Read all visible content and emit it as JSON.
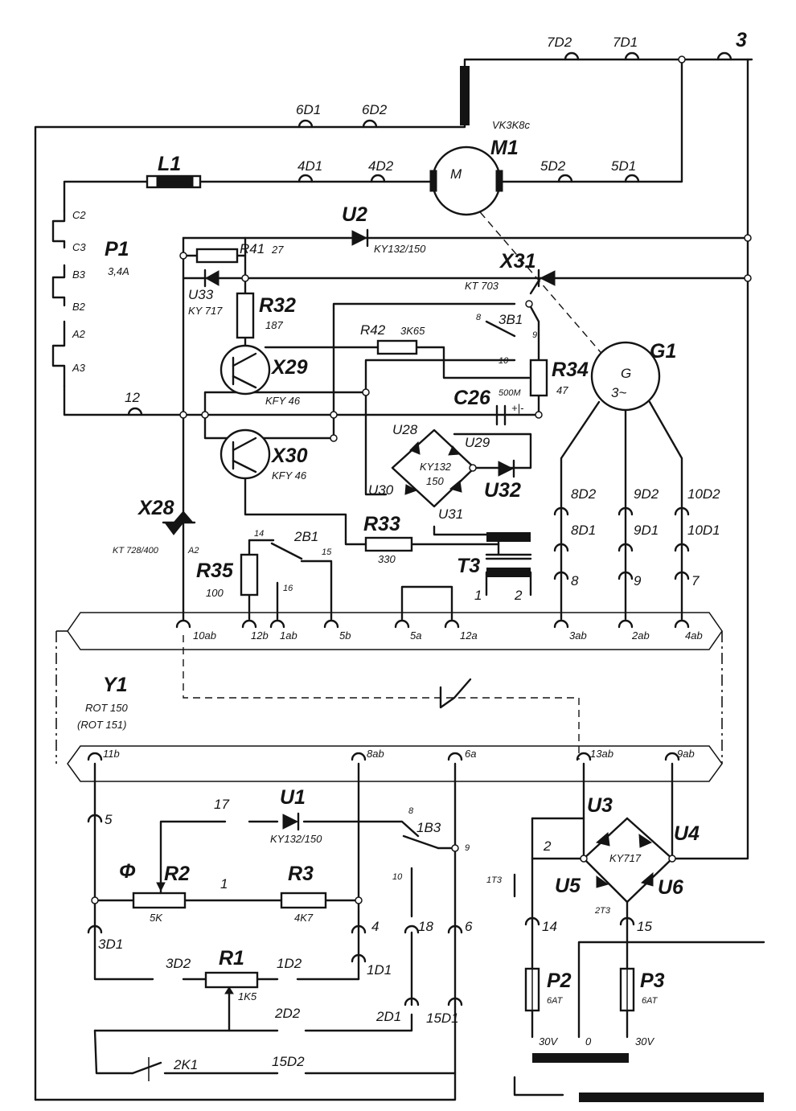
{
  "components": {
    "M1": "M1",
    "M1_type": "VK3K8c",
    "M1_symbol": "M",
    "L1": "L1",
    "P1": "P1",
    "P1_rating": "3,4A",
    "U2": "U2",
    "U2_type": "KY132/150",
    "R41": "R41",
    "R41_value": "27",
    "U33": "U33",
    "U33_type": "KY 717",
    "X31": "X31",
    "X31_type": "KT 703",
    "R32": "R32",
    "R32_value": "187",
    "R42": "R42",
    "R42_value": "3K65",
    "X29": "X29",
    "X29_type": "KFY 46",
    "X30": "X30",
    "X30_type": "KFY 46",
    "B31": "3B1",
    "R34": "R34",
    "R34_value": "47",
    "G1": "G1",
    "G1_symbol": "G",
    "G1_phases": "3~",
    "C26": "C26",
    "C26_value": "500M",
    "C26_pol": "+|-",
    "U28": "U28",
    "U29": "U29",
    "U30": "U30",
    "U31": "U31",
    "U32": "U32",
    "bridge_type": "KY132",
    "bridge_value": "150",
    "X28": "X28",
    "X28_type": "KT 728/400",
    "X28_pin": "A2",
    "R33": "R33",
    "R33_value": "330",
    "T3": "T3",
    "R35": "R35",
    "R35_value": "100",
    "B21": "2B1",
    "Y1": "Y1",
    "Y1_type": "ROT 150",
    "Y1_alt": "(ROT 151)",
    "U1": "U1",
    "U1_type": "KY132/150",
    "B13": "1B3",
    "R2": "R2",
    "R2_value": "5K",
    "R2_symbol": "Φ",
    "R3": "R3",
    "R3_value": "4K7",
    "R1": "R1",
    "R1_value": "1K5",
    "K21": "2K1",
    "U3": "U3",
    "U4": "U4",
    "U5": "U5",
    "U6": "U6",
    "bridge2_type": "KY717",
    "T31": "1T3",
    "T32": "2T3",
    "P2": "P2",
    "P2_rating": "6AT",
    "P3": "P3",
    "P3_rating": "6AT",
    "P2_volt": "30V",
    "P3_volt": "30V",
    "zero": "0"
  },
  "terminals": {
    "t3": "3",
    "d7d2": "7D2",
    "d7d1": "7D1",
    "d6d1": "6D1",
    "d6d2": "6D2",
    "d4d1": "4D1",
    "d4d2": "4D2",
    "d5d2": "5D2",
    "d5d1": "5D1",
    "c2": "C2",
    "c3": "C3",
    "b3": "B3",
    "b2": "B2",
    "a2": "A2",
    "a3": "A3",
    "t12": "12",
    "d8d2": "8D2",
    "d9d2": "9D2",
    "d10d2": "10D2",
    "d8d1": "8D1",
    "d9d1": "9D1",
    "d10d1": "10D1",
    "t8": "8",
    "t9": "9",
    "t7": "7",
    "s8": "8",
    "s9": "9",
    "s10": "10",
    "s14": "14",
    "s15": "15",
    "s16": "16",
    "tr1": "1",
    "tr2": "2",
    "p10ab": "10ab",
    "p12b": "12b",
    "p1ab": "1ab",
    "p5b": "5b",
    "p5a": "5a",
    "p12a": "12a",
    "p3ab": "3ab",
    "p2ab": "2ab",
    "p4ab": "4ab",
    "p11b": "11b",
    "p8ab": "8ab",
    "p6a": "6a",
    "p13ab": "13ab",
    "p9ab": "9ab",
    "t5": "5",
    "t17": "17",
    "u8": "8",
    "u9": "9",
    "u10": "10",
    "t1": "1",
    "t4": "4",
    "t18": "18",
    "t6": "6",
    "t2": "2",
    "d3d1": "3D1",
    "d3d2": "3D2",
    "d1d2": "1D2",
    "d1d1": "1D1",
    "d2d2": "2D2",
    "d2d1": "2D1",
    "d15d1": "15D1",
    "d15d2": "15D2",
    "t14": "14",
    "t15": "15"
  }
}
